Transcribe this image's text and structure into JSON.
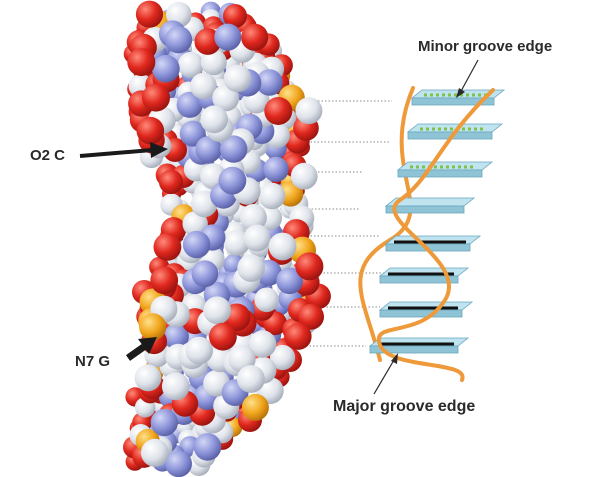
{
  "labels": {
    "minor_groove": "Minor groove edge",
    "major_groove": "Major groove edge",
    "o2c": "O2 C",
    "n7g": "N7 G"
  },
  "colors": {
    "phosphorus": "#f0a41a",
    "oxygen": "#e0281e",
    "carbon": "#dfe3ea",
    "nitrogen": "#8b93d8",
    "backbone": "#ef9a3a",
    "base_plate_top": "#bfe3ef",
    "base_plate_side": "#8fc3d6",
    "minor_dashes": "#7ec24a",
    "major_bar": "#111111",
    "guide_lines": "#8a8a8a",
    "label_text": "#2a2a2a"
  },
  "icons": {
    "o2c_pointer": "arrow-right-icon",
    "n7g_pointer": "arrow-up-right-icon",
    "major_pointer": "line-pointer-icon"
  }
}
